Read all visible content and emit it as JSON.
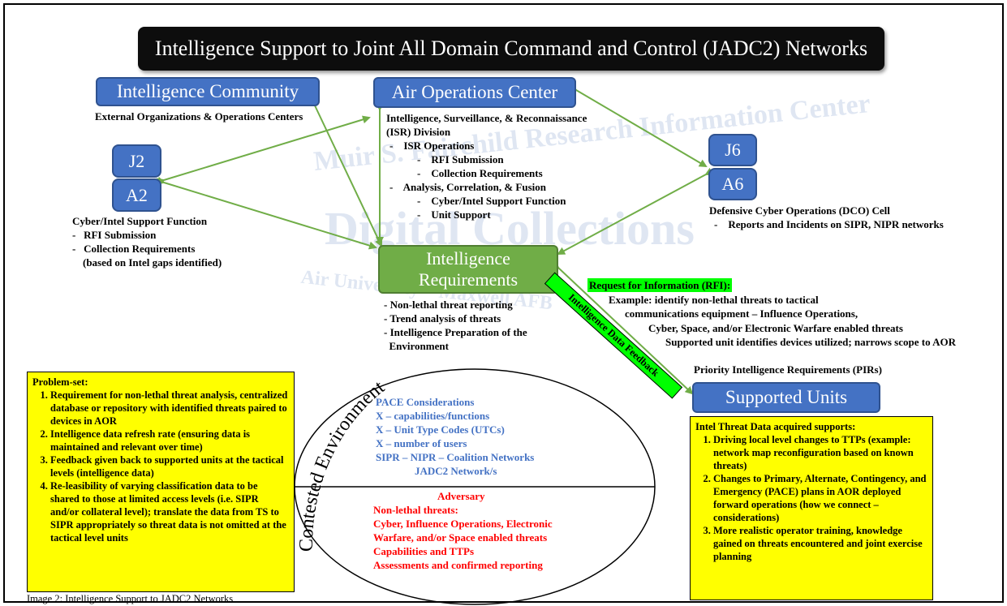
{
  "title": "Intelligence Support to Joint All Domain Command and Control (JADC2) Networks",
  "watermark": {
    "line1": "Muir S. Fairchild Research Information Center",
    "line2": "Digital Collections",
    "line3": "Air University – Maxwell AFB"
  },
  "ic": {
    "label": "Intelligence Community",
    "sub": "External Organizations & Operations Centers"
  },
  "j2": "J2",
  "a2": "A2",
  "a2_text": {
    "heading": "Cyber/Intel Support Function",
    "items": [
      "-   RFI Submission",
      "-   Collection Requirements",
      "    (based on Intel gaps identified)"
    ]
  },
  "aoc": {
    "label": "Air Operations Center",
    "lines": [
      "Intelligence, Surveillance, & Reconnaissance",
      "(ISR) Division",
      "-    ISR Operations",
      "-    RFI Submission",
      "-    Collection Requirements",
      "-    Analysis, Correlation, & Fusion",
      "-    Cyber/Intel Support Function",
      "-    Unit Support"
    ]
  },
  "j6": "J6",
  "a6": "A6",
  "a6_text": {
    "heading": "Defensive Cyber Operations (DCO) Cell",
    "item": "-    Reports and Incidents on SIPR, NIPR networks"
  },
  "ir": {
    "line1": "Intelligence",
    "line2": "Requirements",
    "items": [
      "- Non-lethal threat reporting",
      "- Trend analysis of threats",
      "- Intelligence Preparation of the",
      "  Environment"
    ]
  },
  "rfi": {
    "label": "Request for Information (RFI):",
    "lines": [
      "Example: identify non-lethal threats to tactical",
      "communications equipment – Influence Operations,",
      "Cyber, Space, and/or Electronic Warfare enabled threats",
      "Supported unit identifies devices utilized; narrows scope to AOR"
    ]
  },
  "feedback": "Intelligence Data Feedback",
  "pir": "Priority Intelligence Requirements (PIRs)",
  "supported": "Supported Units",
  "problem": {
    "heading": "Problem-set:",
    "items": [
      "Requirement for non-lethal threat analysis, centralized database or repository with identified threats paired to devices in AOR",
      "Intelligence data refresh rate (ensuring data is maintained and relevant over time)",
      "Feedback given back to supported units at the tactical levels (intelligence data)",
      "Re-leasibility of varying classification data to be shared to those at limited access levels (i.e. SIPR and/or collateral level); translate the data from TS to SIPR appropriately so threat data is not omitted at the tactical level units"
    ]
  },
  "contested": {
    "label": "Contested Environment",
    "pace": [
      "PACE Considerations",
      "X – capabilities/functions",
      "X – Unit Type Codes (UTCs)",
      "X – number of users",
      "SIPR – NIPR – Coalition Networks",
      "JADC2 Network/s"
    ],
    "adversary": "Adversary",
    "threats": [
      "Non-lethal threats:",
      "Cyber, Influence Operations, Electronic",
      "Warfare, and/or Space enabled threats",
      "Capabilities and TTPs",
      "Assessments and confirmed reporting"
    ]
  },
  "intel_supports": {
    "heading": "Intel Threat Data acquired supports:",
    "items": [
      "Driving local level changes to TTPs (example: network map reconfiguration based on known threats)",
      "Changes to Primary, Alternate, Contingency, and Emergency (PACE) plans in AOR deployed forward operations (how we connect – considerations)",
      "More realistic operator training, knowledge gained on threats encountered and joint exercise planning"
    ]
  },
  "caption": "Image 2: Intelligence Support to JADC2 Networks",
  "colors": {
    "blue": "#4472c4",
    "green": "#70ad47",
    "arrow": "#70ad47",
    "yellow": "#ffff00",
    "red": "#ff0000",
    "highlight": "#00ff00"
  }
}
